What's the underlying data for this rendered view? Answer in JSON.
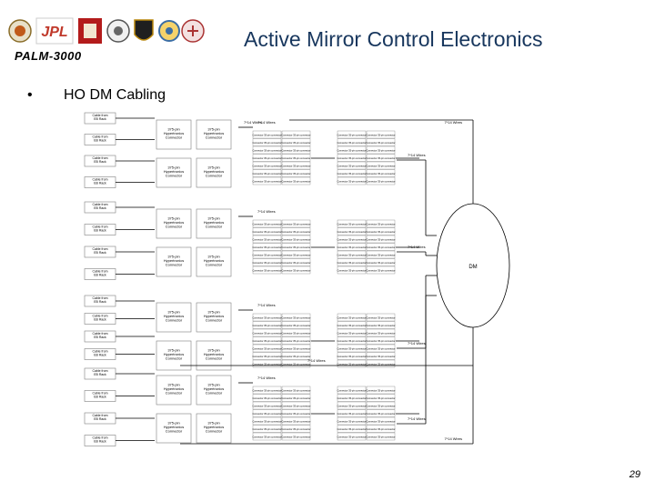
{
  "header": {
    "project": "PALM-3000",
    "title": "Active Mirror Control Electronics",
    "logo_text": "JPL"
  },
  "bullets": [
    {
      "text": "HO DM Cabling"
    }
  ],
  "diagram": {
    "left_boxes": [
      "Cable from EB Rack",
      "Cable from EB Rack",
      "Cable from EB Rack",
      "Cable from EB Rack",
      "Cable from EB Rack",
      "Cable from EB Rack",
      "Cable from EB Rack",
      "Cable from EB Rack",
      "Cable from EB Rack",
      "Cable from EB Rack",
      "Cable from EB Rack",
      "Cable from EB Rack",
      "Cable from EB Rack",
      "Cable from EB Rack",
      "Cable from EB Rack",
      "Cable from EB Rack"
    ],
    "connector_a": "375-pin Hypertronics Connector",
    "connector_b": "375-pin Hypertronics Connector",
    "small_connector": "Connector 35-pin connector",
    "wire_label": "7*14 Wires",
    "dm_label": "DM"
  },
  "footer": {
    "page_number": "29"
  },
  "colors": {
    "title": "#17365d",
    "line": "#000000",
    "box_border": "#7f7f7f",
    "box_fill": "#ffffff"
  }
}
